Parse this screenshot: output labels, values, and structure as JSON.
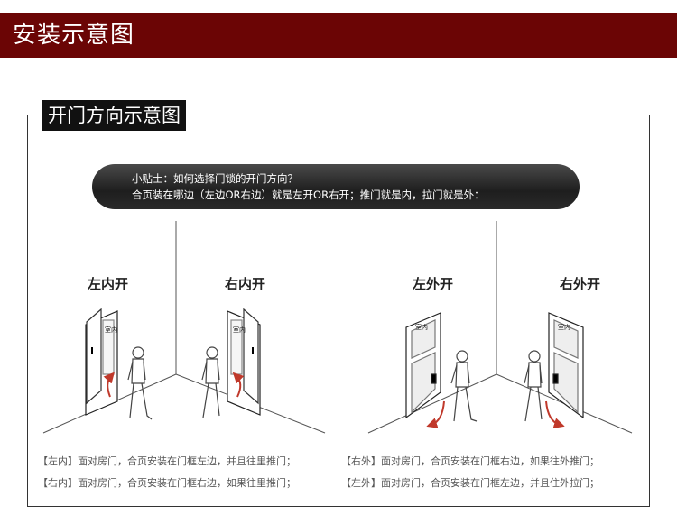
{
  "header": {
    "title": "安装示意图"
  },
  "section": {
    "title": "开门方向示意图"
  },
  "tip": {
    "line1": "小贴士：如何选择门锁的开门方向？",
    "line2": "合页装在哪边（左边OR右边）就是左开OR右开；推门就是内，拉门就是外："
  },
  "diagrams": [
    {
      "label": "左内开",
      "door_text": "室内"
    },
    {
      "label": "右内开",
      "door_text": "室内"
    },
    {
      "label": "左外开",
      "door_text": "室内"
    },
    {
      "label": "右外开",
      "door_text": "室内"
    }
  ],
  "descriptions": {
    "left_col": [
      "【左内】面对房门，合页安装在门框左边，并且往里推门；",
      "【右内】面对房门，合页安装在门框右边，如果往里推门；"
    ],
    "right_col": [
      "【右外】面对房门，合页安装在门框右边，如果往外推门；",
      "【左外】面对房门，合页安装在门框左边，并且住外拉门；"
    ]
  },
  "colors": {
    "banner": "#6b0505",
    "arrow": "#c0392b"
  }
}
